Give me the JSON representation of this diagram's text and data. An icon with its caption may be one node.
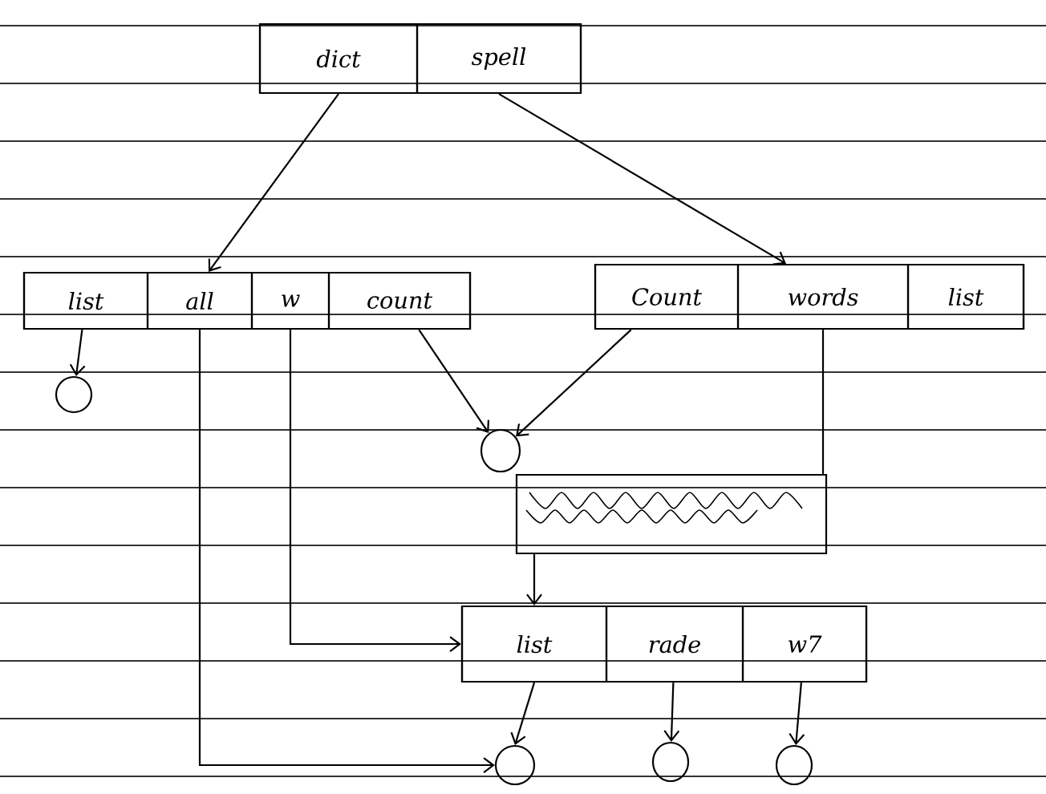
{
  "diagram": {
    "nodes": [
      {
        "text": [],
        "shape": "box"
      },
      {
        "text": [
          "dict"
        ],
        "in": 0
      },
      {
        "text": [
          "spell"
        ],
        "in": 0
      },
      {
        "text": [],
        "shape": "box"
      },
      {
        "text": [
          "list"
        ],
        "in": 3
      },
      {
        "text": [
          "all"
        ],
        "in": 3
      },
      {
        "text": [
          "w"
        ],
        "in": 3
      },
      {
        "text": [
          "count"
        ],
        "in": 3
      },
      {
        "text": [],
        "shape": "box"
      },
      {
        "text": [
          "Count"
        ],
        "in": 8
      },
      {
        "text": [
          "words"
        ],
        "in": 8
      },
      {
        "text": [
          "list"
        ],
        "in": 8
      },
      {
        "text": [],
        "shape": "circle"
      },
      {
        "text": [],
        "shape": "circle"
      },
      {
        "text": [],
        "shape": "box"
      },
      {
        "text": [],
        "shape": "box"
      },
      {
        "text": [
          "list"
        ],
        "in": 15
      },
      {
        "text": [
          "rade"
        ],
        "in": 15
      },
      {
        "text": [
          "w7"
        ],
        "in": 15
      },
      {
        "text": [],
        "shape": "circle"
      },
      {
        "text": [],
        "shape": "circle"
      },
      {
        "text": [],
        "shape": "circle"
      }
    ],
    "edges": [
      {
        "from": 1,
        "to": 3,
        "arrow": "to"
      },
      {
        "from": 2,
        "to": 8,
        "arrow": "to"
      },
      {
        "from": 4,
        "to": 12,
        "arrow": "to"
      },
      {
        "from": 7,
        "to": 13,
        "arrow": "to"
      },
      {
        "from": 9,
        "to": 13,
        "arrow": "to"
      },
      {
        "from": 10,
        "to": 14,
        "arrow": "none"
      },
      {
        "from": 14,
        "to": 16,
        "arrow": "to"
      },
      {
        "from": 6,
        "to": 16,
        "arrow": "to"
      },
      {
        "from": 5,
        "to": 19,
        "arrow": "to"
      },
      {
        "from": 16,
        "to": 19,
        "arrow": "to"
      },
      {
        "from": 17,
        "to": 20,
        "arrow": "to"
      },
      {
        "from": 18,
        "to": 21,
        "arrow": "to"
      }
    ]
  }
}
